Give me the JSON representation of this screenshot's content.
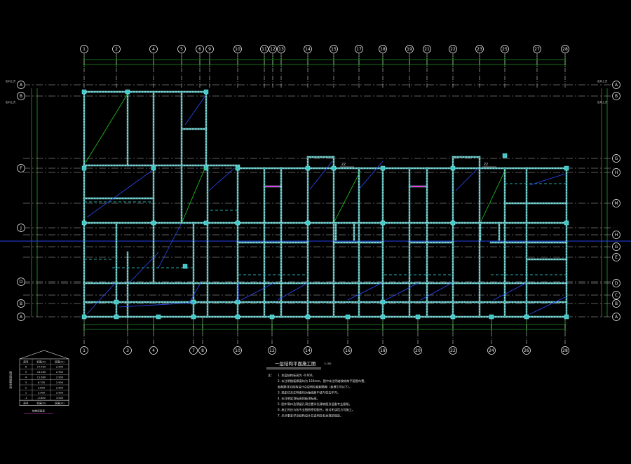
{
  "colors": {
    "background": "#000000",
    "grid_line": "#2dd4d4",
    "axis_line": "#ffffff",
    "beam": "#2aa7a7",
    "wall_light": "#7fd6d6",
    "column": "#3ec7c7",
    "dimension": "#33d633",
    "brace_green": "#22cc22",
    "brace_blue": "#2b4cff",
    "section_line": "#2244ee",
    "magenta": "#e040e0",
    "text": "#e8e8e8"
  },
  "axes": {
    "top": [
      "1",
      "2",
      "4",
      "5",
      "6",
      "9",
      "10",
      "11",
      "12",
      "13",
      "14",
      "15",
      "17",
      "18",
      "19",
      "21",
      "22",
      "23",
      "25",
      "27",
      "28"
    ],
    "bottom": [
      "1",
      "3",
      "4",
      "7",
      "8",
      "10",
      "12",
      "14",
      "16",
      "18",
      "20",
      "22",
      "24",
      "26",
      "28"
    ],
    "left": [
      "A",
      "B",
      "F",
      "J",
      "D",
      "B",
      "A"
    ],
    "right": [
      "A",
      "B",
      "G",
      "H",
      "M",
      "H",
      "G",
      "E",
      "D",
      "C",
      "B",
      "A"
    ]
  },
  "tags": {
    "tag1": "ZZ",
    "tag2": "ZZ",
    "corner_left_top": "出口上方",
    "corner_left_mid": "出口上方",
    "corner_right_top": "出口上方",
    "corner_right_mid": "出口上方"
  },
  "plan_title": "一层结构平面施工图",
  "plan_scale": "1:100",
  "notes_heading": "注：",
  "notes": [
    "1. 本层结构标高为 -0.600。",
    "2. 未注明楼板厚度均为 150mm，图中未注明者按结构平面图布置，",
    "   板配筋详见结构设计总说明及板配筋图（板厚120以下）。",
    "3. 梁定位未注明者均为轴线居中或与柱边平齐。",
    "4. 未注明梁顶标高同板顶标高。",
    "5. 图中洞口及预留孔洞位置详见建筑图及设备专业图纸。",
    "6. 施工时应与各专业图纸密切配合，核对无误后方可施工。",
    "7. 未尽事宜详见结构设计总说明及有关规范规定。"
  ],
  "table": {
    "header": [
      "层号",
      "标高(m)",
      "层高(m)"
    ],
    "rows": [
      [
        "6",
        "17.400",
        "2.900"
      ],
      [
        "5",
        "14.500",
        "2.900"
      ],
      [
        "4",
        "11.600",
        "2.900"
      ],
      [
        "3",
        "8.700",
        "2.900"
      ],
      [
        "2",
        "5.800",
        "2.900"
      ],
      [
        "1",
        "2.900",
        "2.900"
      ],
      [
        "-1",
        "-0.600",
        "3.500"
      ]
    ],
    "side_label": "结构层楼面标高",
    "caption": "结构层高表",
    "footer_label": "层号",
    "footer_cols": [
      "标高(m)",
      "层高(m)"
    ]
  }
}
